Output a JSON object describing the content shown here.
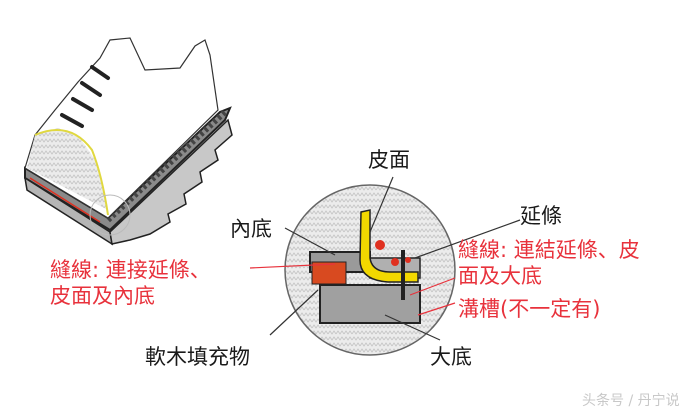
{
  "diagram": {
    "subject": "Goodyear welted shoe construction cross-section",
    "labels": {
      "upper": "皮面",
      "welt": "延條",
      "insole": "內底",
      "stitch_inner_line1": "縫線: 連接延條、",
      "stitch_inner_line2": "皮面及內底",
      "stitch_outer_line1": "縫線: 連結延條、皮",
      "stitch_outer_line2": "面及大底",
      "groove": "溝槽(不一定有)",
      "cork_filler": "軟木填充物",
      "outsole": "大底"
    },
    "colors": {
      "label_black": "#1a1a1a",
      "label_red": "#e8323c",
      "upper_yellow": "#f2d800",
      "sole_gray": "#9a9a9a",
      "stitch_red": "#e03020",
      "circle_bg": "#e8e8e8"
    }
  },
  "watermark": "头条号 / 丹宁说"
}
